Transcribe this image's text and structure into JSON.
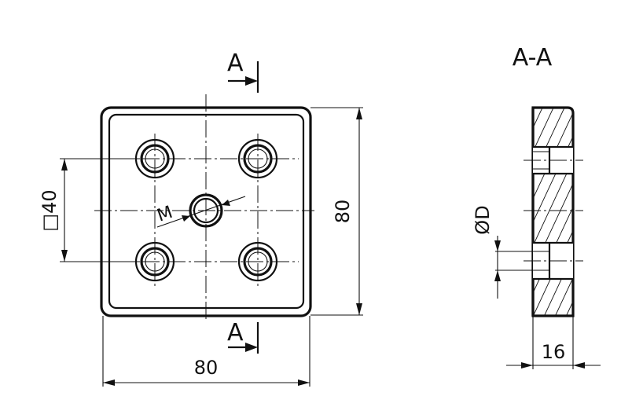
{
  "section_title": "A-A",
  "section_marks": {
    "top": "A",
    "bottom": "A"
  },
  "dimensions": {
    "overall_width": "80",
    "overall_height": "80",
    "square_spacing": "□40",
    "thread_label": "M",
    "diameter_label": "ØD",
    "thickness": "16"
  }
}
